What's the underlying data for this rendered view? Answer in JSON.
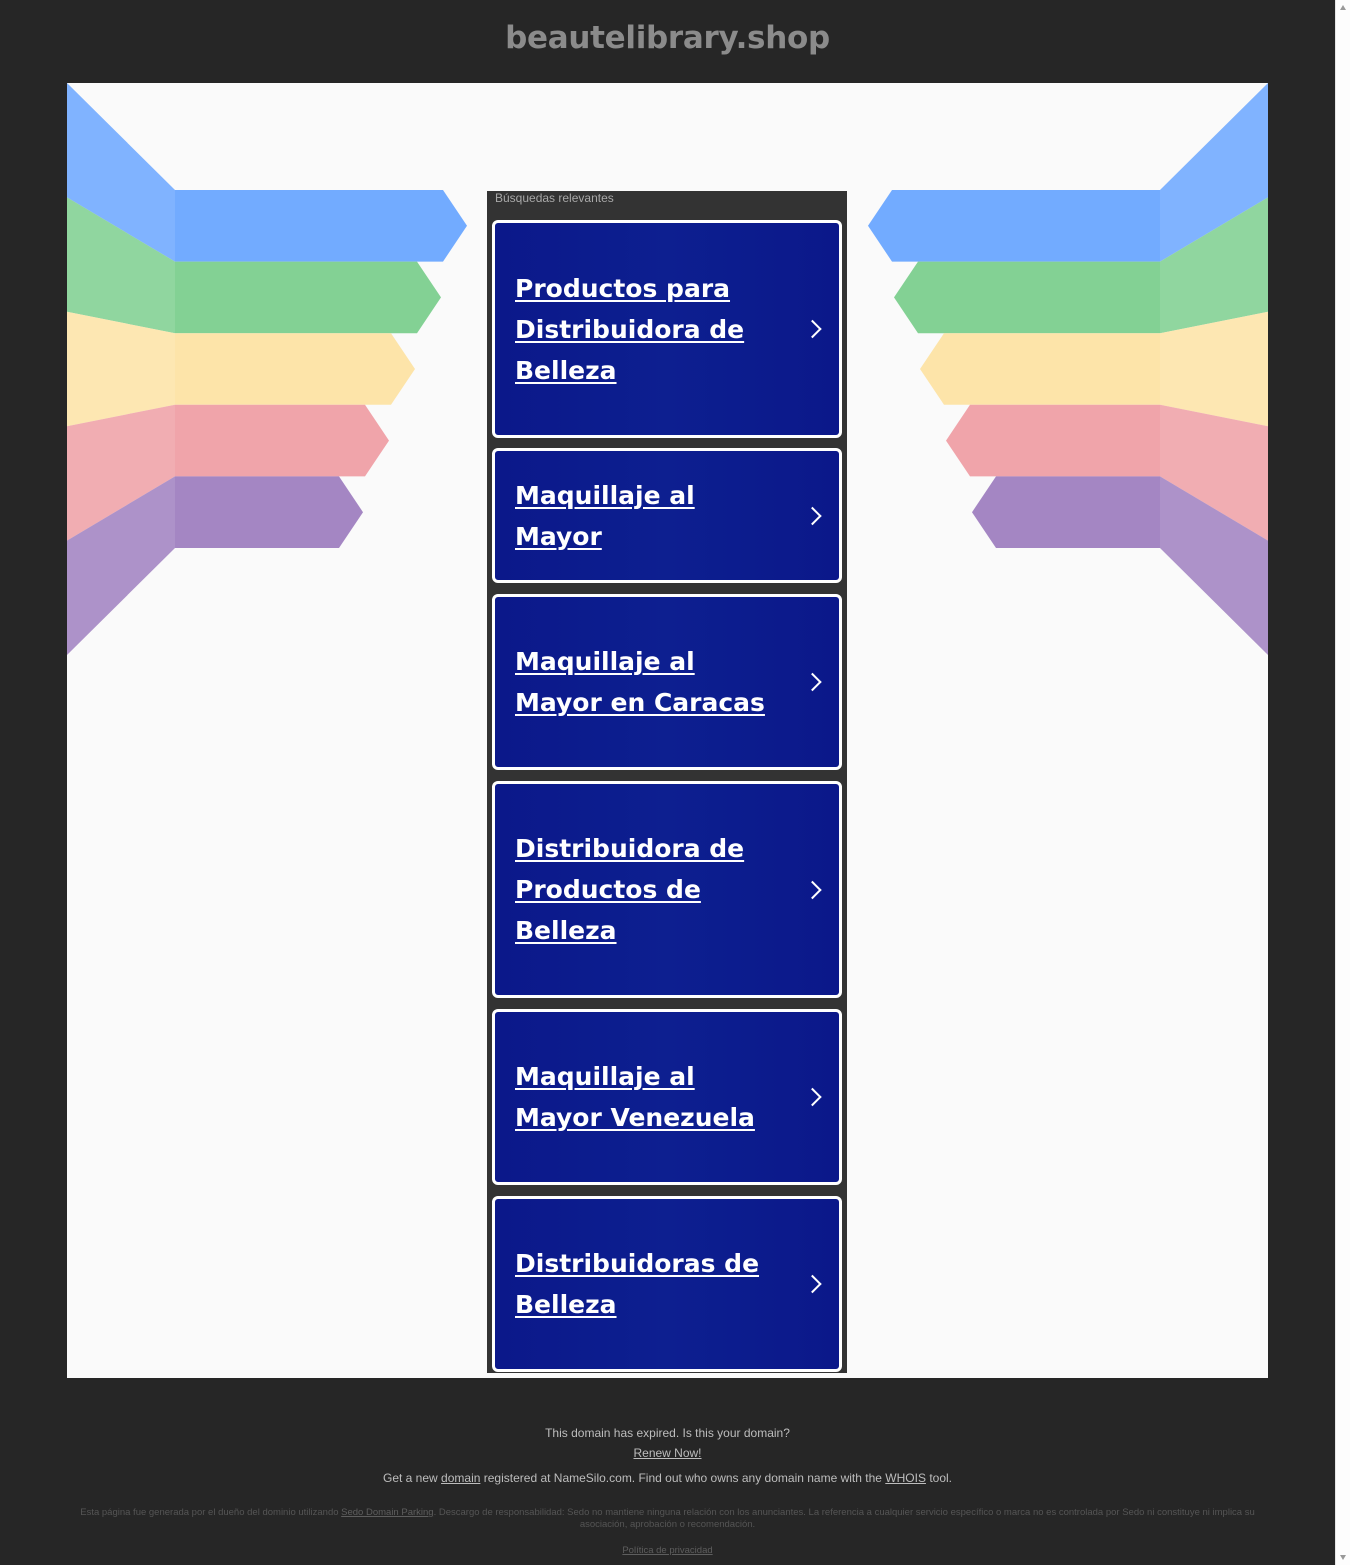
{
  "header": {
    "title": "beautelibrary.shop"
  },
  "ribbon_colors": [
    "#6aa6ff",
    "#7ccf8e",
    "#fde3a4",
    "#ef9fa5",
    "#9f7fc0"
  ],
  "searches": {
    "title": "Búsquedas relevantes",
    "items": [
      {
        "label": "Productos para Distribuidora de Belleza"
      },
      {
        "label": "Maquillaje al Mayor"
      },
      {
        "label": "Maquillaje al Mayor en Caracas"
      },
      {
        "label": "Distribuidora de Productos de Belleza"
      },
      {
        "label": "Maquillaje al Mayor Venezuela"
      },
      {
        "label": "Distribuidoras de Belleza"
      }
    ]
  },
  "footer": {
    "expired": "This domain has expired. Is this your domain?",
    "renew": "Renew Now!",
    "get_new_pre": "Get a new",
    "domain_link": "domain",
    "get_new_mid": "registered at NameSilo.com. Find out who owns any domain name with the",
    "whois_link": "WHOIS",
    "get_new_post": "tool.",
    "disclaimer_pre": "Esta página fue generada por el dueño del dominio utilizando",
    "sedo_link": "Sedo Domain Parking",
    "disclaimer_post": ". Descargo de responsabilidad: Sedo no mantiene ninguna relación con los anunciantes. La referencia a cualquier servicio específico o marca no es controlada por Sedo ni constituye ni implica su asociación, aprobación o recomendación.",
    "privacy": "Política de privacidad"
  }
}
